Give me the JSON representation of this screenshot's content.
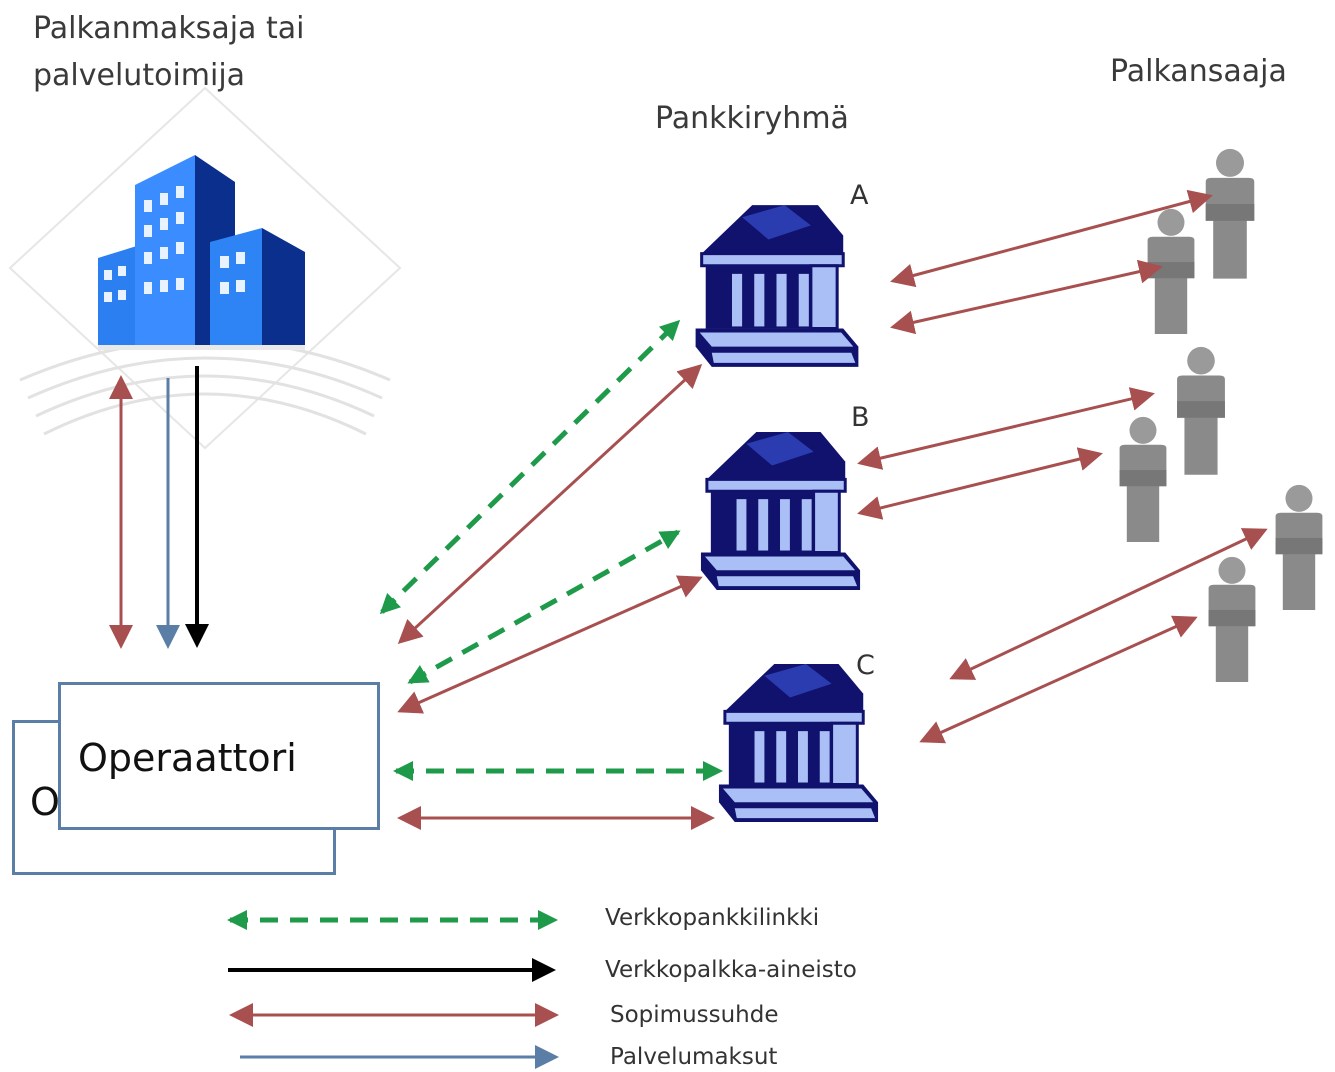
{
  "labels": {
    "payer_line1": "Palkanmaksaja tai",
    "payer_line2": "palvelutoimija",
    "bank_group": "Pankkiryhmä",
    "employee": "Palkansaaja",
    "bank_a": "A",
    "bank_b": "B",
    "bank_c": "C",
    "operator": "Operaattori",
    "operator_back_partial": "O"
  },
  "legend": [
    {
      "label": "Verkkopankkilinkki",
      "style": "green-dashed-double",
      "color": "#1e9a4a"
    },
    {
      "label": "Verkkopalkka-aineisto",
      "style": "black-single",
      "color": "#000000"
    },
    {
      "label": "Sopimussuhde",
      "style": "red-double",
      "color": "#a85050"
    },
    {
      "label": "Palvelumaksut",
      "style": "blue-single",
      "color": "#5b7ea6"
    }
  ],
  "colors": {
    "contract": "#a85050",
    "fees": "#5b7ea6",
    "payroll": "#000000",
    "netbank": "#1e9a4a",
    "bank_dark": "#10126e",
    "bank_light": "#a9bff5",
    "building_blue": "#1f6fe0",
    "person_gray": "#8a8a8a"
  }
}
